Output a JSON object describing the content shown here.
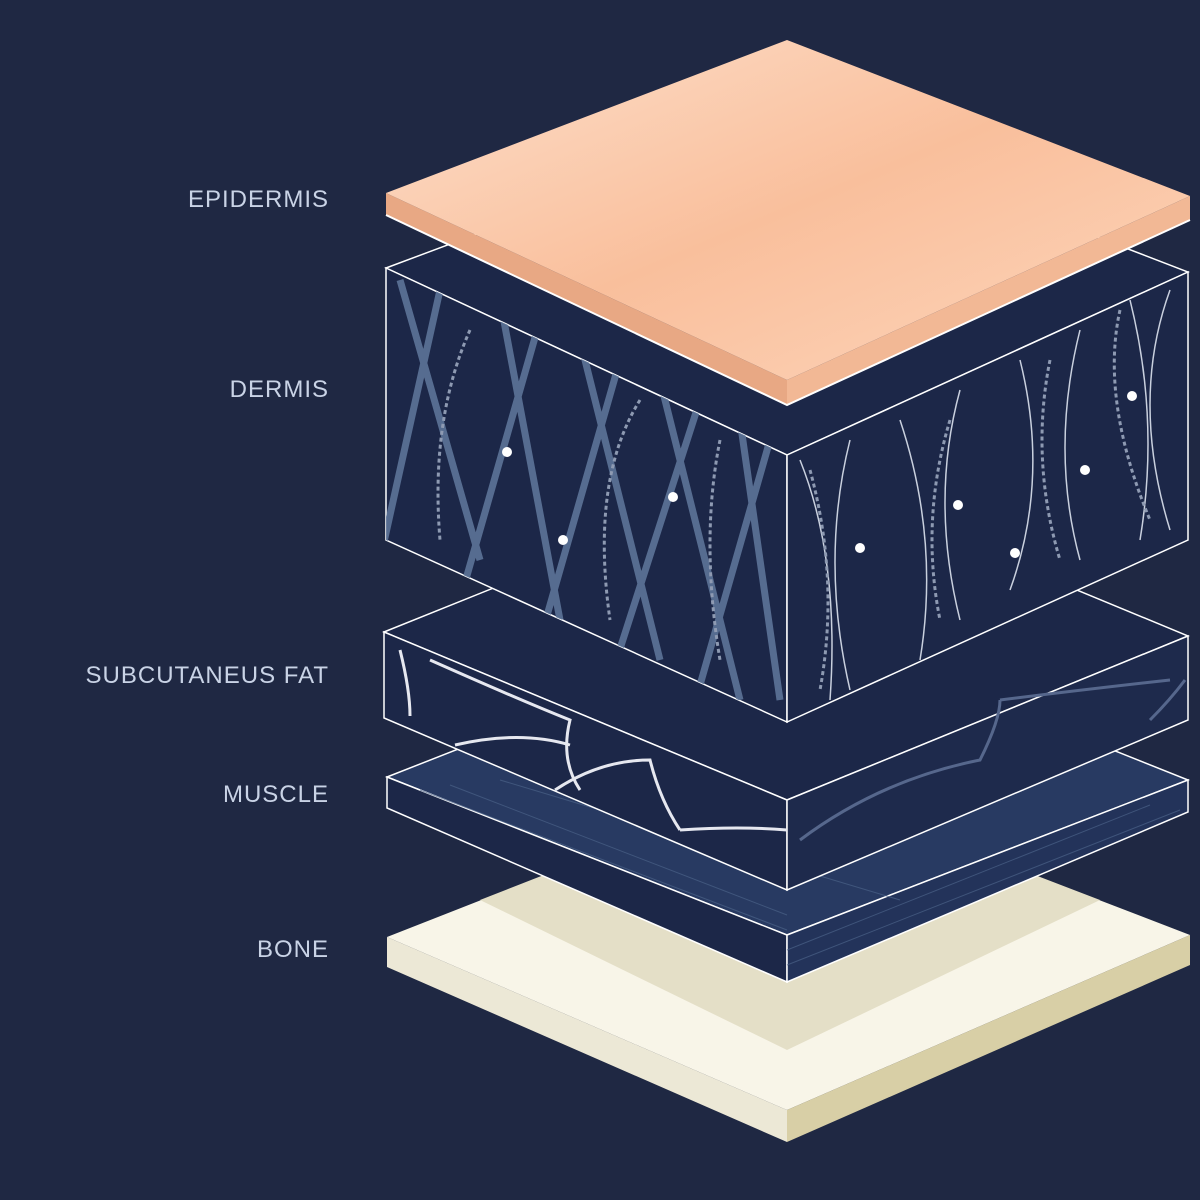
{
  "labels": {
    "epidermis": "EPIDERMIS",
    "dermis": "DERMIS",
    "fat": "SUBCUTANEUS FAT",
    "muscle": "MUSCLE",
    "bone": "BONE"
  },
  "colors": {
    "background": "#1f2843",
    "epidermis": "#fbc9a6",
    "dermis": "#1c2748",
    "fiber": "#5d7498",
    "bone": "#f8f5e8",
    "bone_inner": "#e4dfc7"
  }
}
